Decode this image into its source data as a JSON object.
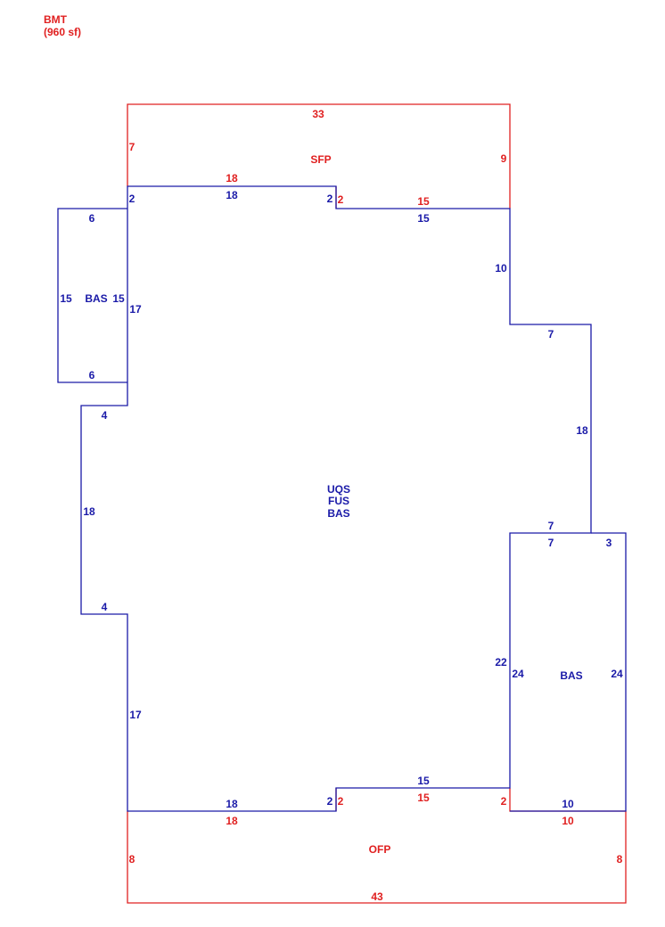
{
  "header": {
    "title": "BMT",
    "area": "(960 sf)"
  },
  "colors": {
    "red": "#e02020",
    "blue": "#1a1aa8"
  },
  "areas": {
    "sfp": "SFP",
    "ofp": "OFP",
    "bas_left": "BAS",
    "bas_right": "BAS",
    "main": [
      "UQS",
      "FUS",
      "BAS"
    ]
  },
  "dims": {
    "sfp": [
      "33",
      "7",
      "9",
      "18",
      "2",
      "15"
    ],
    "ofp": [
      "43",
      "8",
      "8",
      "18",
      "2",
      "15",
      "2",
      "10"
    ],
    "bas_left": [
      "6",
      "15",
      "15",
      "6"
    ],
    "bas_right": [
      "7",
      "3",
      "24",
      "24",
      "10"
    ],
    "main": [
      "2",
      "18",
      "2",
      "15",
      "10",
      "7",
      "18",
      "7",
      "22",
      "15",
      "2",
      "18",
      "17",
      "4",
      "18",
      "4",
      "17"
    ]
  }
}
